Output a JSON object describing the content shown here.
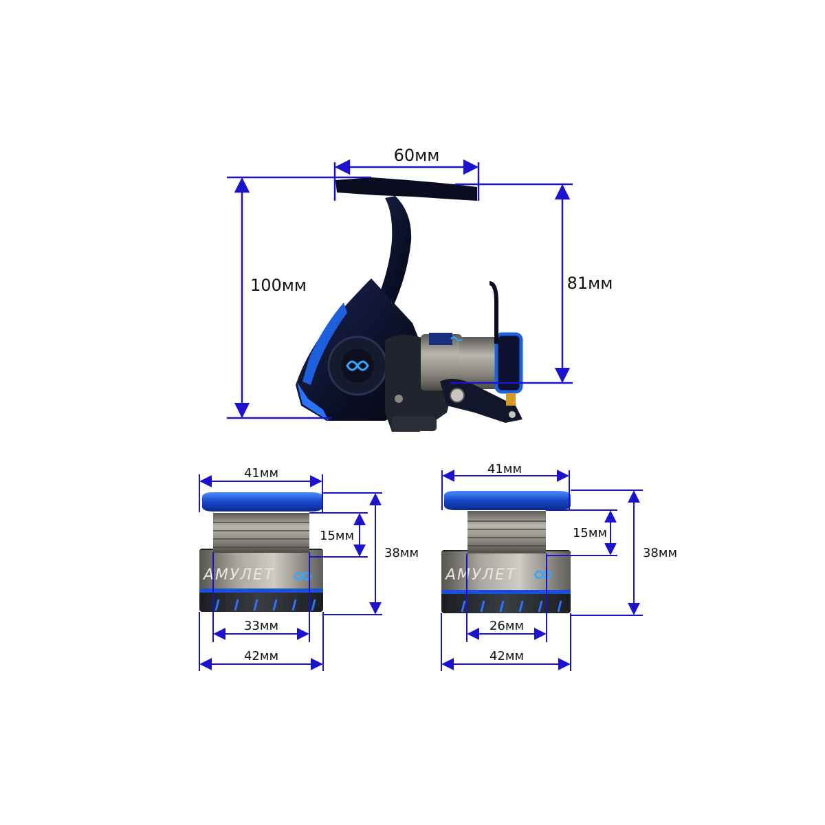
{
  "colors": {
    "dimension_line": "#1a12cc",
    "reel_body": "#0d1230",
    "reel_accent": "#1e5fe0",
    "spool_metal": "#8a8880",
    "spool_dark": "#2f3237",
    "spool_rim": "#1c4fd8"
  },
  "reel": {
    "dimensions": {
      "handle_width": "60мм",
      "total_height": "100мм",
      "spool_axis_height": "81мм"
    },
    "logo_icon": "fish-infinity-icon"
  },
  "spool_left": {
    "brand": "AMУЛЕТ",
    "dimensions": {
      "rim_diameter": "41мм",
      "line_depth": "15мм",
      "spool_height": "38мм",
      "core_diameter": "33мм",
      "base_diameter": "42мм"
    }
  },
  "spool_right": {
    "brand": "AMУЛЕТ",
    "dimensions": {
      "rim_diameter": "41мм",
      "line_depth": "15мм",
      "spool_height": "38мм",
      "core_diameter": "26мм",
      "base_diameter": "42мм"
    }
  }
}
